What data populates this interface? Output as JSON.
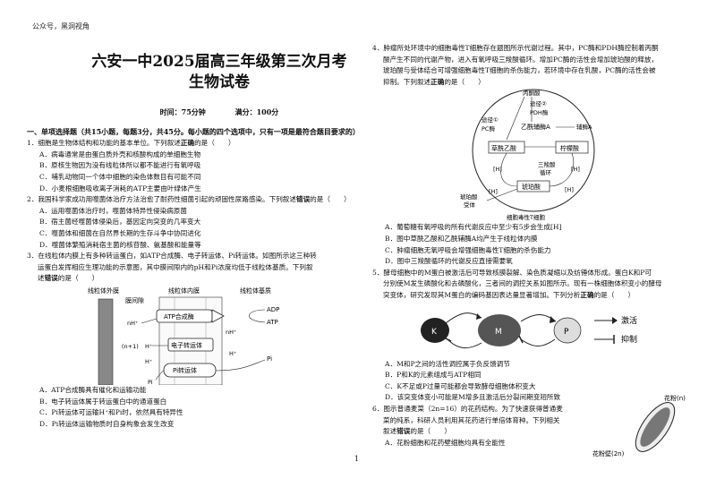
{
  "watermark": "公众号，黑洞视角",
  "title_line1": "六安一中2025届高三年级第三次月考",
  "title_line2": "生物试卷",
  "time_label": "时间：75分钟",
  "score_label": "满分：100分",
  "section1": "一、单项选择题（共15小题，每题3分，共45分。每小题的四个选项中，只有一项是最符合题目要求的）",
  "q1": {
    "stem_pre": "1．细胞是生物体结构和功能的基本单位。下列叙述",
    "stem_key": "正确",
    "stem_post": "的是（　　）",
    "options": [
      "A．病毒通常是由蛋白质外壳和核酸构成的单细胞生物",
      "B．原核生物因为没有线粒体所以都不能进行有氧呼吸",
      "C．哺乳动物同一个体中细胞的染色体数目有可能不同",
      "D．小麦根细胞吸收离子消耗的ATP主要由叶绿体产生"
    ]
  },
  "q2": {
    "stem_a": "2．我国科学家成功用噬菌体治疗方法治愈了耐药性细菌引起的顽固性尿路感染。下列叙述",
    "stem_key": "错误",
    "stem_post": "的是（　　）",
    "options": [
      "A．运用噬菌体治疗时，噬菌体特异性侵染病原菌",
      "B．宿主菌经噬菌体侵染后，基因定向突变的几率变大",
      "C．噬菌体和细菌在自然界长期的生存斗争中协同进化",
      "D．噬菌体繁殖消耗宿主菌的核苷酸、氨基酸和能量等"
    ]
  },
  "q3": {
    "stem_a": "3．在线粒体内膜上有多种转运蛋白，如ATP合成酶、电子转运体、Pi转运体。如图所示这三种转",
    "stem_b": "运蛋白发挥相应生理功能的示意图，其中膜间隙内的pH和Pi浓度均低于线粒体基质。下列叙",
    "stem_c_pre": "述",
    "stem_key": "错误",
    "stem_post": "的是（　　）",
    "fig": {
      "outer": "线粒体外膜",
      "inner": "线粒体内膜",
      "matrix": "线粒体基质",
      "space": "膜间隙",
      "atp_syn": "ATP合成酶",
      "e_trans": "电子转运体",
      "pi_trans": "Pi转运体",
      "adp": "ADP",
      "atp": "ATP",
      "pi": "Pi",
      "nh": "nH⁺",
      "n1": "(n+1)",
      "h": "H⁺"
    },
    "options": [
      "A．ATP合成酶具有催化和运输功能",
      "B．电子转运体属于转运蛋白中的通道蛋白",
      "C．Pi转运体可运输H⁺和Pi时，依然具有特异性",
      "D．Pi转运体运输物质时自身构象会发生改变"
    ]
  },
  "q4": {
    "stem_a": "4．肿瘤所处环境中的细胞毒性T细胞存在题图所示代谢过程。其中，PC酶和PDH酶控制着丙酮",
    "stem_b": "酸产生不同的代谢产物，进入有氧呼吸三羧酸循环。增加PC酶的活性会增加琥珀酸的释放，",
    "stem_c": "琥珀酸与受体结合可增强细胞毒性T细胞的杀伤能力，若环境中存在乳酸，PC酶的活性会被",
    "stem_d_pre": "抑制。下列叙述",
    "stem_key": "正确",
    "stem_post": "的是（　　）",
    "fig": {
      "pyruvate": "丙酮酸",
      "path1": "途径①",
      "path2": "途径②",
      "pc": "PC酶",
      "pdh": "PDH酶",
      "acetyl": "乙酰辅酶A",
      "coa": "辅酶A",
      "oaa": "草酰乙酸",
      "citrate": "柠檬酸",
      "tca1": "三羧酸",
      "tca2": "循环",
      "succinate": "琥珀酸",
      "receptor1": "琥珀酸",
      "receptor2": "受体",
      "h": "[H]",
      "cell": "细胞毒性T细胞"
    },
    "options": [
      "A．葡萄糖有氧呼吸的所有代谢反应中至少有5步会生成[H]",
      "B．图中草酰乙酸和乙酰辅酶A均产生于线粒体内膜",
      "C．肿瘤细胞无氧呼吸会增强细胞毒性T细胞的杀伤能力",
      "D．图中三羧酸循环的代谢反应直接需要氧"
    ]
  },
  "q5": {
    "stem_a": "5．酵母细胞中的M蛋白被激活后可导致核膜裂解、染色质凝缩以及纺锤体形成。蛋白K和P可",
    "stem_b": "分别使M发生磷酸化和去磷酸化，三者间的调控关系如图所示。现有一株细胞体积变小的酵母",
    "stem_c_pre": "突变体，研究发现其M蛋白的编码基因表达量显著增加。下列分析",
    "stem_key": "正确",
    "stem_post": "的是（　　）",
    "fig": {
      "k": "K",
      "m": "M",
      "p": "P",
      "activate": "激活",
      "inhibit": "抑制"
    },
    "options": [
      "A．M和P之间的活性调控属于负反馈调节",
      "B．P和K的元素组成与ATP相同",
      "C．K不足或P过量可能都会导致酵母细胞体积变大",
      "D．该突变体变小可能是M增多且激活后分裂间期变短所致"
    ]
  },
  "q6": {
    "stem_a": "6．图示普通麦菜（2n=16）的花药结构。为了快速获得普通麦",
    "stem_b": "菜的纯系，科研人员利用其花药进行单倍体育种。下列相关",
    "stem_c_pre": "叙述",
    "stem_key": "错误",
    "stem_post": "的是（　　）",
    "pollen": "花粉(n)",
    "wall": "花粉壁(2n)",
    "options": [
      "A．花粉细胞和花药壁细胞均具有全能性"
    ]
  },
  "page_number": "1"
}
